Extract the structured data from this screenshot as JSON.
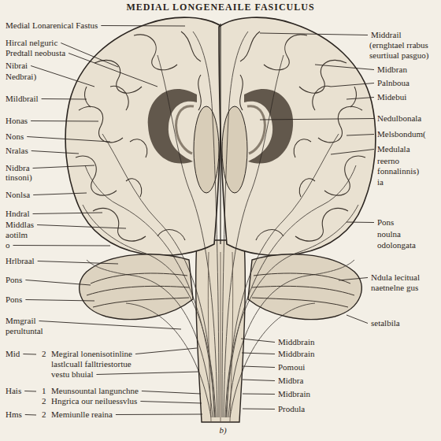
{
  "diagram": {
    "title": "MEDIAL LONGENEAILE FASICULUS",
    "caption": "b)",
    "labels": [
      "Medial Lonarenical Fastus",
      "Hircal nelguric",
      "Predtall neobusta",
      "Nibrai",
      "Nedbrai)",
      "Mildbrail",
      "Honas",
      "Nons",
      "Nralas",
      "Nidbra",
      "tinsoni)",
      "Nonlsa",
      "Hndral",
      "Middlas",
      "aotilm",
      "o",
      "Hrlbraal",
      "Pons",
      "Pons",
      "Mmgrail",
      "perultuntal",
      "Mid",
      "2",
      "Megiral lonenisotinline",
      "lastlcuall falltriestortue",
      "vestu bhuial",
      "Hais",
      "1",
      "Meunsountal langunchne",
      "2",
      "Hngrica our neiluessvlus",
      "Hms",
      "2",
      "Memiunlle reaina",
      "Middrail",
      "(ernghtael rrabus",
      "seurtiual pasguo)",
      "Midbran",
      "Palnboua",
      "Midebui",
      "Nedulbonala",
      "Melsbondum(",
      "Medulala",
      "reerno",
      "fonnalinnis)",
      "ia",
      "Pons",
      "noulna",
      "odolongata",
      "Ndula lecitual",
      "naetnelne gus",
      "setalbila",
      "Middbrain",
      "Middbrain",
      "Pomoui",
      "Midbra",
      "Midbrain",
      "Produla"
    ]
  }
}
